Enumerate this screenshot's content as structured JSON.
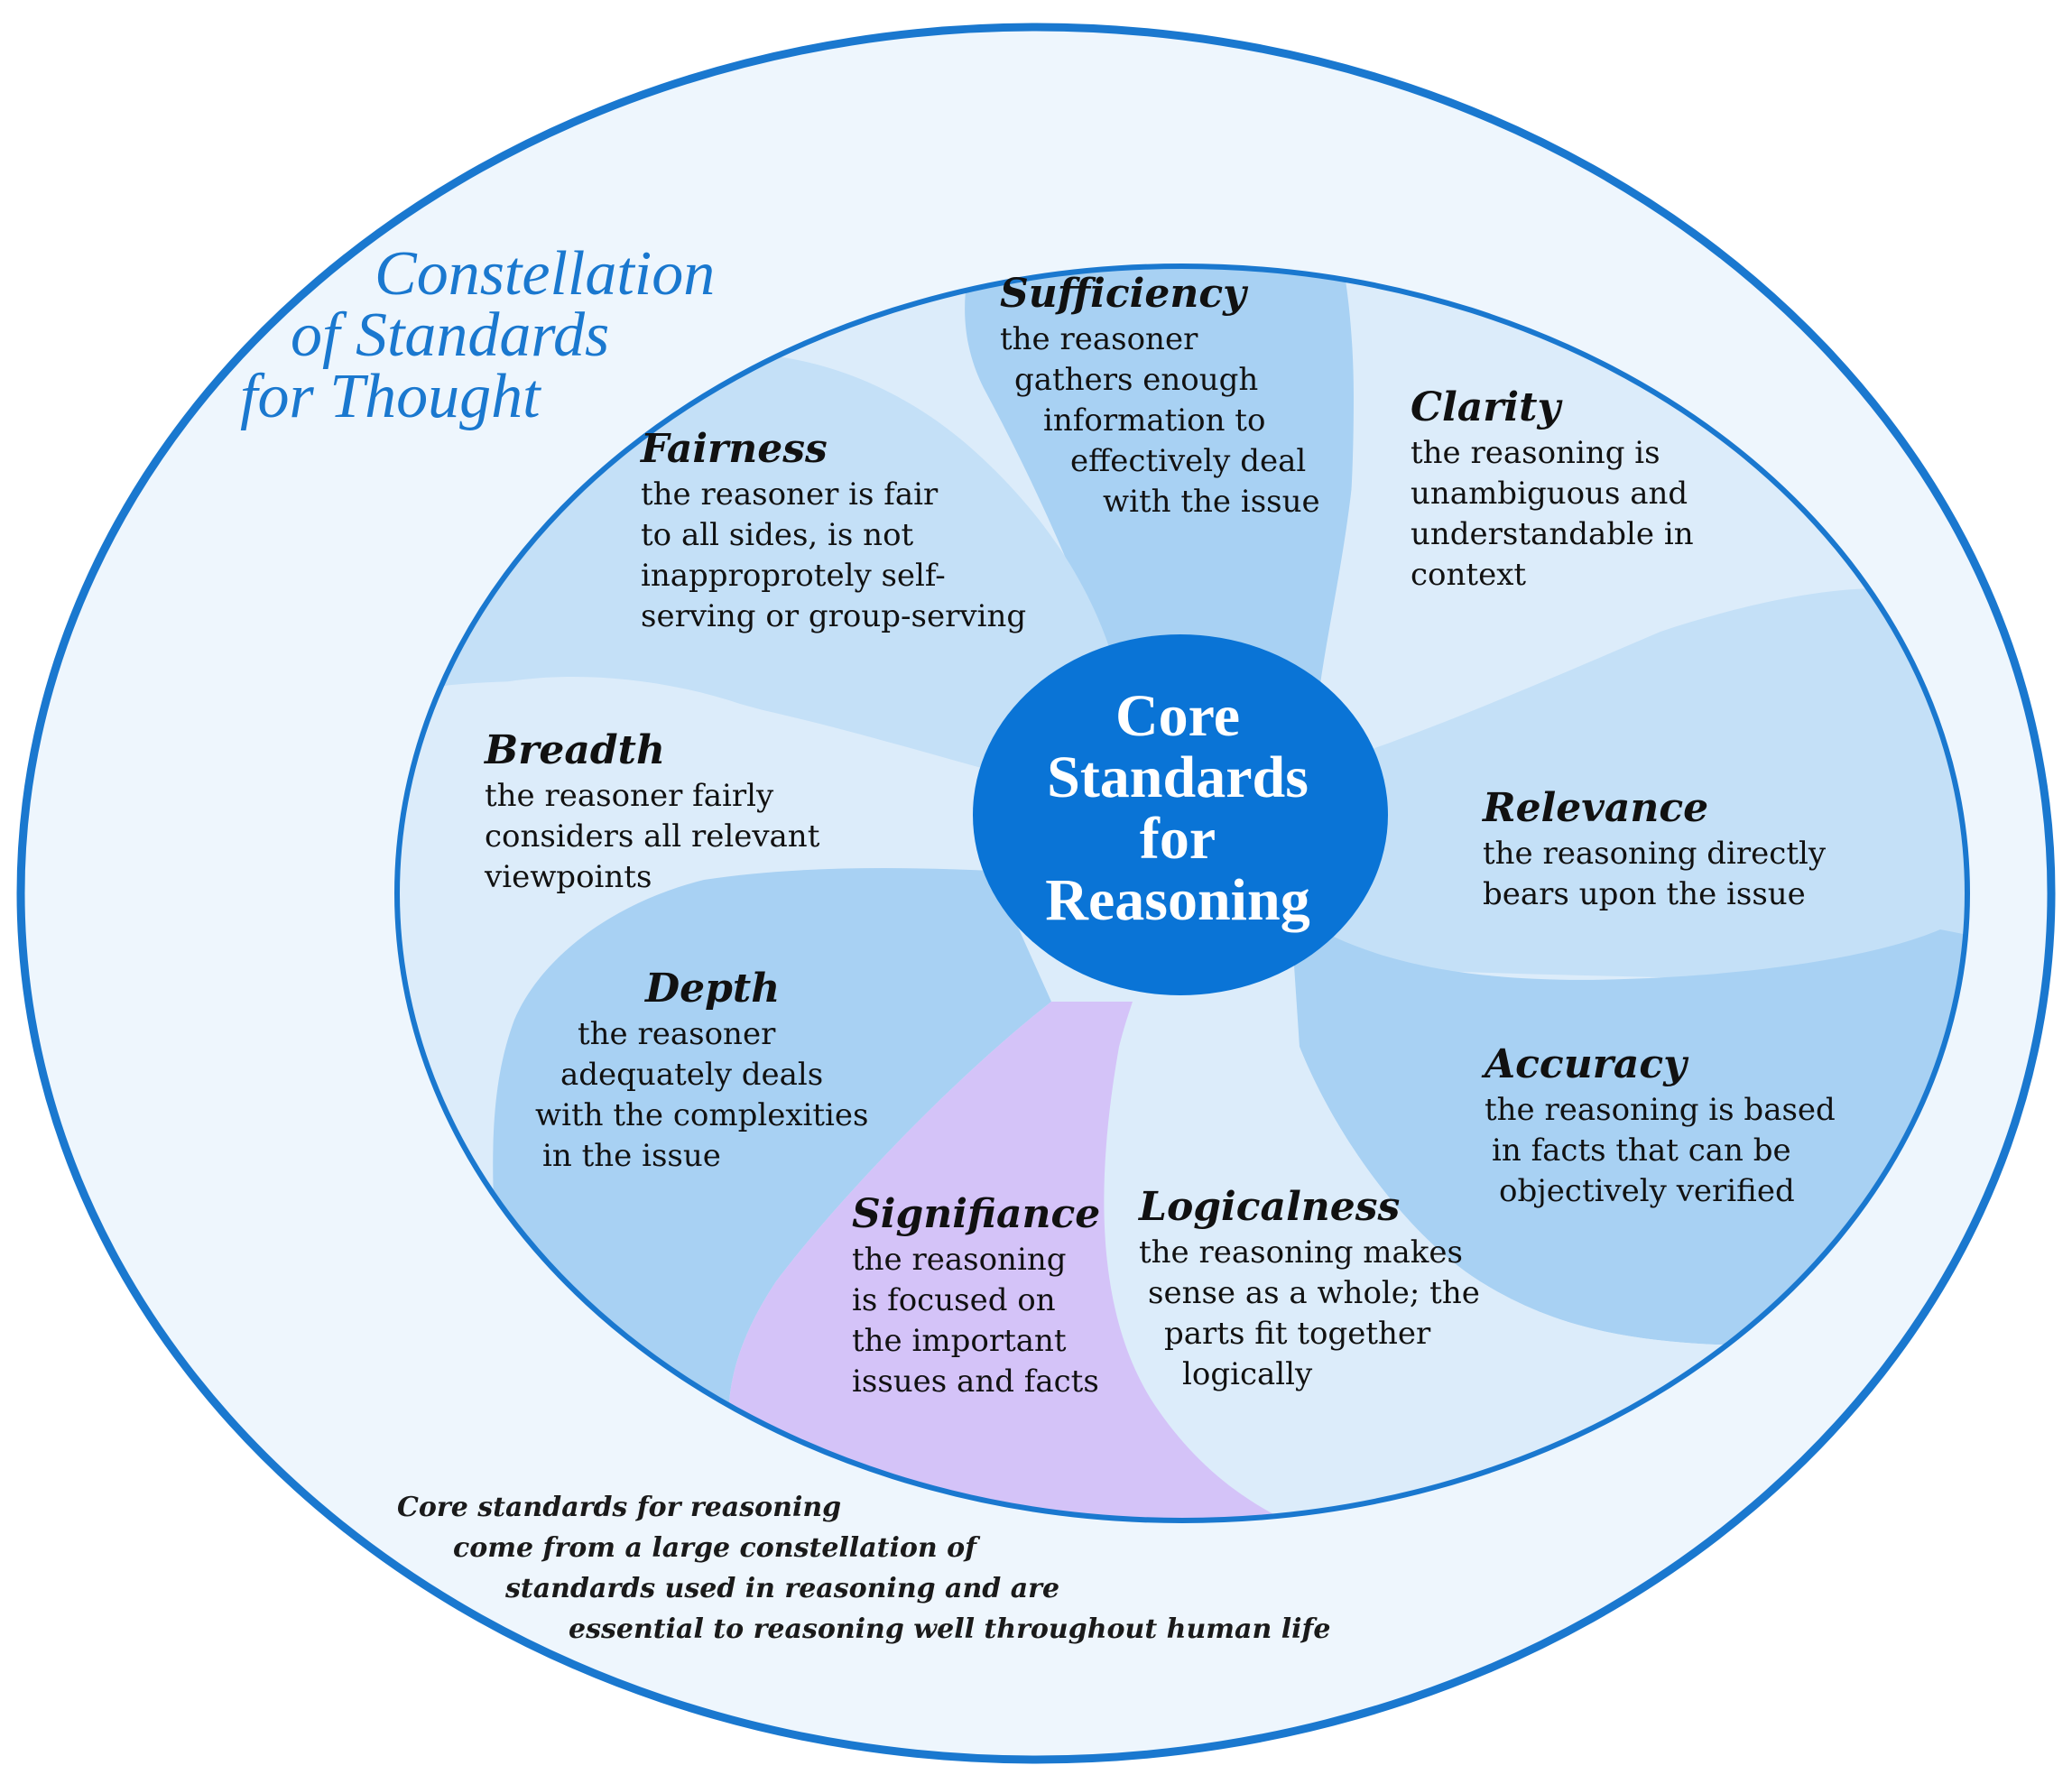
{
  "outer_title": [
    "Constellation",
    "of Standards",
    "for Thought"
  ],
  "core": [
    "Core",
    "Standards",
    "for",
    "Reasoning"
  ],
  "standards": [
    {
      "name": "Sufficiency",
      "lines": [
        "the reasoner",
        "gathers enough",
        "information to",
        "effectively deal",
        "with the issue"
      ]
    },
    {
      "name": "Clarity",
      "lines": [
        "the reasoning is",
        "unambiguous and",
        "understandable in",
        "context"
      ]
    },
    {
      "name": "Fairness",
      "lines": [
        "the reasoner is fair",
        "to all sides, is not",
        "inapproprotely self-",
        "serving or group-serving"
      ]
    },
    {
      "name": "Breadth",
      "lines": [
        "the reasoner fairly",
        "considers all relevant",
        "viewpoints"
      ]
    },
    {
      "name": "Relevance",
      "lines": [
        "the reasoning directly",
        "bears upon the issue"
      ]
    },
    {
      "name": "Depth",
      "lines": [
        "the reasoner",
        "adequately deals",
        "with the complexities",
        "in the issue"
      ]
    },
    {
      "name": "Accuracy",
      "lines": [
        "the reasoning is based",
        "in facts that can be",
        "objectively verified"
      ]
    },
    {
      "name": "Signifiance",
      "lines": [
        "the reasoning",
        "is focused on",
        "the important",
        "issues and facts"
      ]
    },
    {
      "name": "Logicalness",
      "lines": [
        "the reasoning makes",
        "sense as a whole; the",
        "parts fit together",
        "logically"
      ]
    }
  ],
  "caption": [
    "Core standards for reasoning",
    "come from a large constellation of",
    "standards used in reasoning and are",
    "essential to reasoning well throughout human life"
  ],
  "colors": {
    "outer_ring": "#1a78cf",
    "outer_fill": "#eef6fd",
    "inner_ring": "#1a78cf",
    "petal_light": "#dcecfa",
    "petal_mid": "#c4e0f7",
    "petal_dark": "#a8d1f3",
    "petal_violet": "#d4c3f8",
    "core_fill": "#0a74d6"
  }
}
